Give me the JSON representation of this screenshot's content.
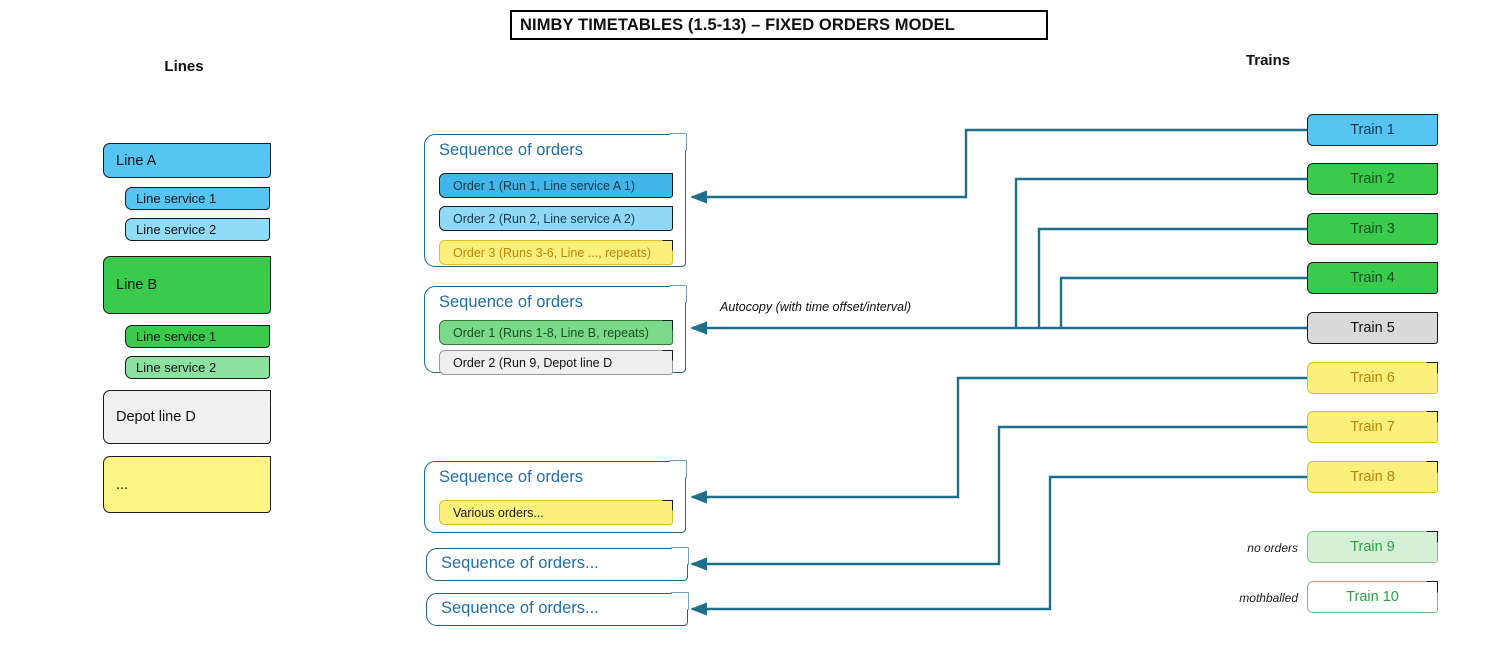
{
  "title": "NIMBY TIMETABLES (1.5-13) – FIXED ORDERS MODEL",
  "columns": {
    "lines_heading": "Lines",
    "trains_heading": "Trains"
  },
  "annotations": {
    "autocopy": "Autocopy (with time offset/interval)",
    "no_orders": "no orders",
    "mothballed": "mothballed"
  },
  "lines": [
    {
      "label": "Line A",
      "fill": "#56C5F2",
      "text": "#111111",
      "kind": "line"
    },
    {
      "label": "Line service 1",
      "fill": "#56C5F2",
      "text": "#111111",
      "kind": "service"
    },
    {
      "label": "Line service 2",
      "fill": "#8FDCF8",
      "text": "#111111",
      "kind": "service"
    },
    {
      "label": "Line B",
      "fill": "#3ACB4D",
      "text": "#111111",
      "kind": "line"
    },
    {
      "label": "Line service 1",
      "fill": "#3ACB4D",
      "text": "#111111",
      "kind": "service"
    },
    {
      "label": "Line service 2",
      "fill": "#8CE0A0",
      "text": "#111111",
      "kind": "service"
    },
    {
      "label": "Depot line D",
      "fill": "#F0F0F0",
      "text": "#111111",
      "kind": "line"
    },
    {
      "label": "...",
      "fill": "#FCF485",
      "text": "#111111",
      "kind": "line"
    }
  ],
  "sequences": [
    {
      "title": "Sequence of orders",
      "orders": [
        {
          "label": "Order 1 (Run 1, Line service A 1)",
          "fill": "#42B6E8",
          "text": "#12394F"
        },
        {
          "label": "Order 2 (Run 2, Line service A 2)",
          "fill": "#8FD9F6",
          "text": "#12394F"
        },
        {
          "label": "Order 3 (Runs 3-6, Line ..., repeats)",
          "fill": "#FCF07C",
          "text": "#B8860B"
        }
      ]
    },
    {
      "title": "Sequence of orders",
      "orders": [
        {
          "label": "Order 1 (Runs 1-8, Line B, repeats)",
          "fill": "#7BD98B",
          "text": "#14501F"
        },
        {
          "label": "Order 2 (Run 9, Depot line D",
          "fill": "#EFEFEF",
          "text": "#111111"
        }
      ]
    },
    {
      "title": "Sequence of orders",
      "orders": [
        {
          "label": "Various orders...",
          "fill": "#FCF07C",
          "text": "#1a1a1a"
        }
      ]
    },
    {
      "title": "Sequence of orders...",
      "orders": []
    },
    {
      "title": "Sequence of orders...",
      "orders": []
    }
  ],
  "trains": [
    {
      "label": "Train 1",
      "fill": "#56C5F2",
      "text": "#12394F",
      "border": "#1a1a1a",
      "side_note": ""
    },
    {
      "label": "Train 2",
      "fill": "#3ACB4D",
      "text": "#14501F",
      "border": "#1a1a1a",
      "side_note": ""
    },
    {
      "label": "Train 3",
      "fill": "#3ACB4D",
      "text": "#14501F",
      "border": "#1a1a1a",
      "side_note": ""
    },
    {
      "label": "Train 4",
      "fill": "#3ACB4D",
      "text": "#14501F",
      "border": "#1a1a1a",
      "side_note": ""
    },
    {
      "label": "Train 5",
      "fill": "#D9D9D9",
      "text": "#111111",
      "border": "#1a1a1a",
      "side_note": ""
    },
    {
      "label": "Train 6",
      "fill": "#FCF07C",
      "text": "#B8860B",
      "border": "#D9C12B",
      "side_note": ""
    },
    {
      "label": "Train 7",
      "fill": "#FCF07C",
      "text": "#B8860B",
      "border": "#D9C12B",
      "side_note": ""
    },
    {
      "label": "Train 8",
      "fill": "#FCF07C",
      "text": "#B8860B",
      "border": "#D9C12B",
      "side_note": ""
    },
    {
      "label": "Train 9",
      "fill": "#D6F0D8",
      "text": "#2E9E45",
      "border": "#7DC98B",
      "side_note": "no orders"
    },
    {
      "label": "Train 10",
      "fill": "#FFFFFF",
      "text": "#2E9E45",
      "border": "#6FC27F",
      "side_note": "mothballed"
    }
  ],
  "colors": {
    "connector": "#1F6E8C",
    "seq_border": "#1F6391",
    "seq_title": "#1F6FA8"
  }
}
